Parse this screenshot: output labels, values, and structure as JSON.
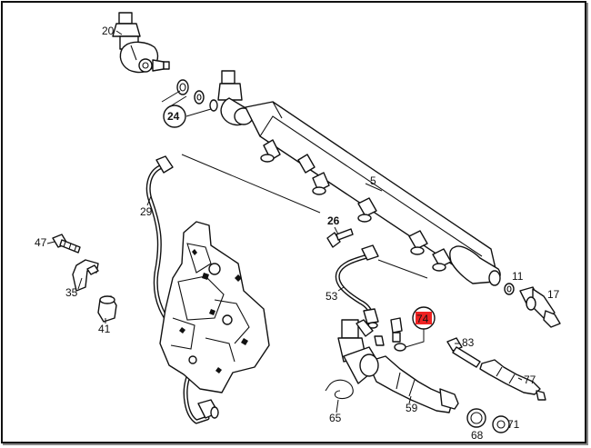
{
  "diagram": {
    "labels": [
      {
        "id": "20",
        "text": "20",
        "style": "plain"
      },
      {
        "id": "24",
        "text": "24",
        "style": "circled"
      },
      {
        "id": "5",
        "text": "5",
        "style": "plain"
      },
      {
        "id": "29",
        "text": "29",
        "style": "plain"
      },
      {
        "id": "26",
        "text": "26",
        "style": "bold"
      },
      {
        "id": "47",
        "text": "47",
        "style": "plain"
      },
      {
        "id": "35",
        "text": "35",
        "style": "plain"
      },
      {
        "id": "41",
        "text": "41",
        "style": "plain"
      },
      {
        "id": "53",
        "text": "53",
        "style": "plain"
      },
      {
        "id": "74",
        "text": "74",
        "style": "highlighted"
      },
      {
        "id": "11",
        "text": "11",
        "style": "plain"
      },
      {
        "id": "17",
        "text": "17",
        "style": "plain"
      },
      {
        "id": "83",
        "text": "83",
        "style": "plain"
      },
      {
        "id": "77",
        "text": "77",
        "style": "plain"
      },
      {
        "id": "59",
        "text": "59",
        "style": "plain"
      },
      {
        "id": "65",
        "text": "65",
        "style": "plain"
      },
      {
        "id": "68",
        "text": "68",
        "style": "plain"
      },
      {
        "id": "71",
        "text": "71",
        "style": "plain"
      }
    ],
    "colors": {
      "line": "#111111",
      "highlight": "#ee2222",
      "background": "#ffffff"
    }
  }
}
